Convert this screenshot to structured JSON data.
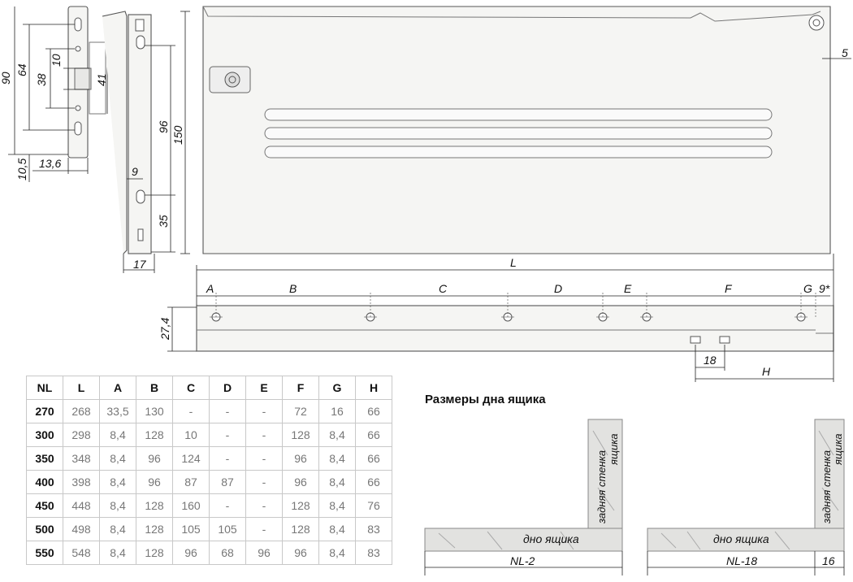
{
  "dims": {
    "d90": "90",
    "d64": "64",
    "d38": "38",
    "d10": "10",
    "d41": "41",
    "d10_5": "10,5",
    "d13_6": "13,6",
    "d96": "96",
    "d150": "150",
    "d9": "9",
    "d35": "35",
    "d17": "17",
    "d5": "5",
    "L": "L",
    "A": "A",
    "B": "B",
    "C": "C",
    "D": "D",
    "E": "E",
    "F": "F",
    "G": "G",
    "d9star": "9*",
    "d27_4": "27,4",
    "d18": "18",
    "H": "H"
  },
  "bottom_title": "Размеры дна ящика",
  "bottom_labels": {
    "back_wall_line1": "задняя стенка",
    "back_wall_line2": "ящика",
    "bottom": "дно ящика",
    "nl2": "NL-2",
    "nl18": "NL-18",
    "d16": "16"
  },
  "table": {
    "headers": [
      "NL",
      "L",
      "A",
      "B",
      "C",
      "D",
      "E",
      "F",
      "G",
      "H"
    ],
    "rows": [
      [
        "270",
        "268",
        "33,5",
        "130",
        "-",
        "-",
        "-",
        "72",
        "16",
        "66"
      ],
      [
        "300",
        "298",
        "8,4",
        "128",
        "10",
        "-",
        "-",
        "128",
        "8,4",
        "66"
      ],
      [
        "350",
        "348",
        "8,4",
        "96",
        "124",
        "-",
        "-",
        "96",
        "8,4",
        "66"
      ],
      [
        "400",
        "398",
        "8,4",
        "96",
        "87",
        "87",
        "-",
        "96",
        "8,4",
        "66"
      ],
      [
        "450",
        "448",
        "8,4",
        "128",
        "160",
        "-",
        "-",
        "128",
        "8,4",
        "76"
      ],
      [
        "500",
        "498",
        "8,4",
        "128",
        "105",
        "105",
        "-",
        "128",
        "8,4",
        "83"
      ],
      [
        "550",
        "548",
        "8,4",
        "128",
        "96",
        "68",
        "96",
        "96",
        "8,4",
        "83"
      ]
    ]
  }
}
